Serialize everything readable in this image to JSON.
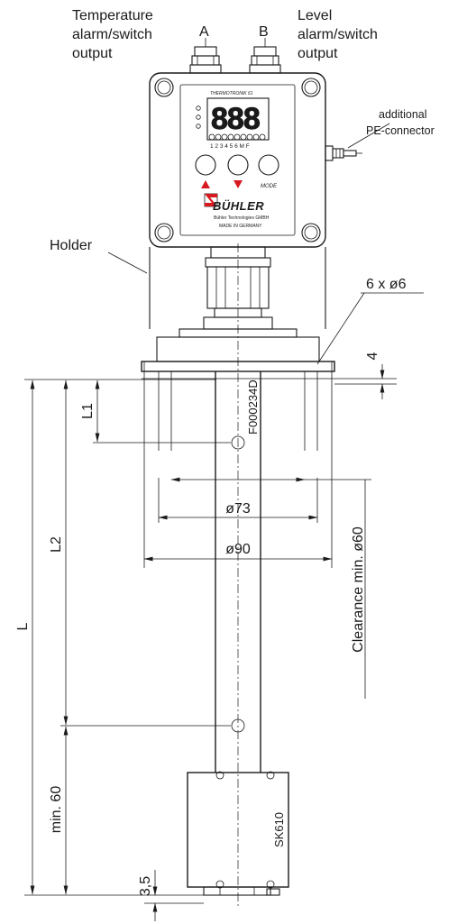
{
  "labels": {
    "temperature_output": [
      "Temperature",
      "alarm/switch",
      "output"
    ],
    "level_output": [
      "Level",
      "alarm/switch",
      "output"
    ],
    "port_a": "A",
    "port_b": "B",
    "pe_connector": [
      "additional",
      "PE-connector"
    ],
    "holder": "Holder",
    "holes": "6 x ø6",
    "thickness": "4",
    "drawing_no": "F000234D",
    "model": "SK610"
  },
  "device": {
    "model_name": "THERMOTRONIK 61",
    "display_digits": "888",
    "display_scale": "1 2 3 4 5 6 M F",
    "mode_label": "MODE",
    "brand": "BÜHLER",
    "company": "Bühler Technologies GMBH",
    "made_in": "MADE IN GERMANY",
    "arrow_color": "#d71920"
  },
  "dimensions": {
    "L": "L",
    "L1": "L1",
    "L2": "L2",
    "min60": "min. 60",
    "d73": "ø73",
    "d90": "ø90",
    "bottom_gap": "3,5",
    "clearance": "Clearance min. ø60"
  }
}
